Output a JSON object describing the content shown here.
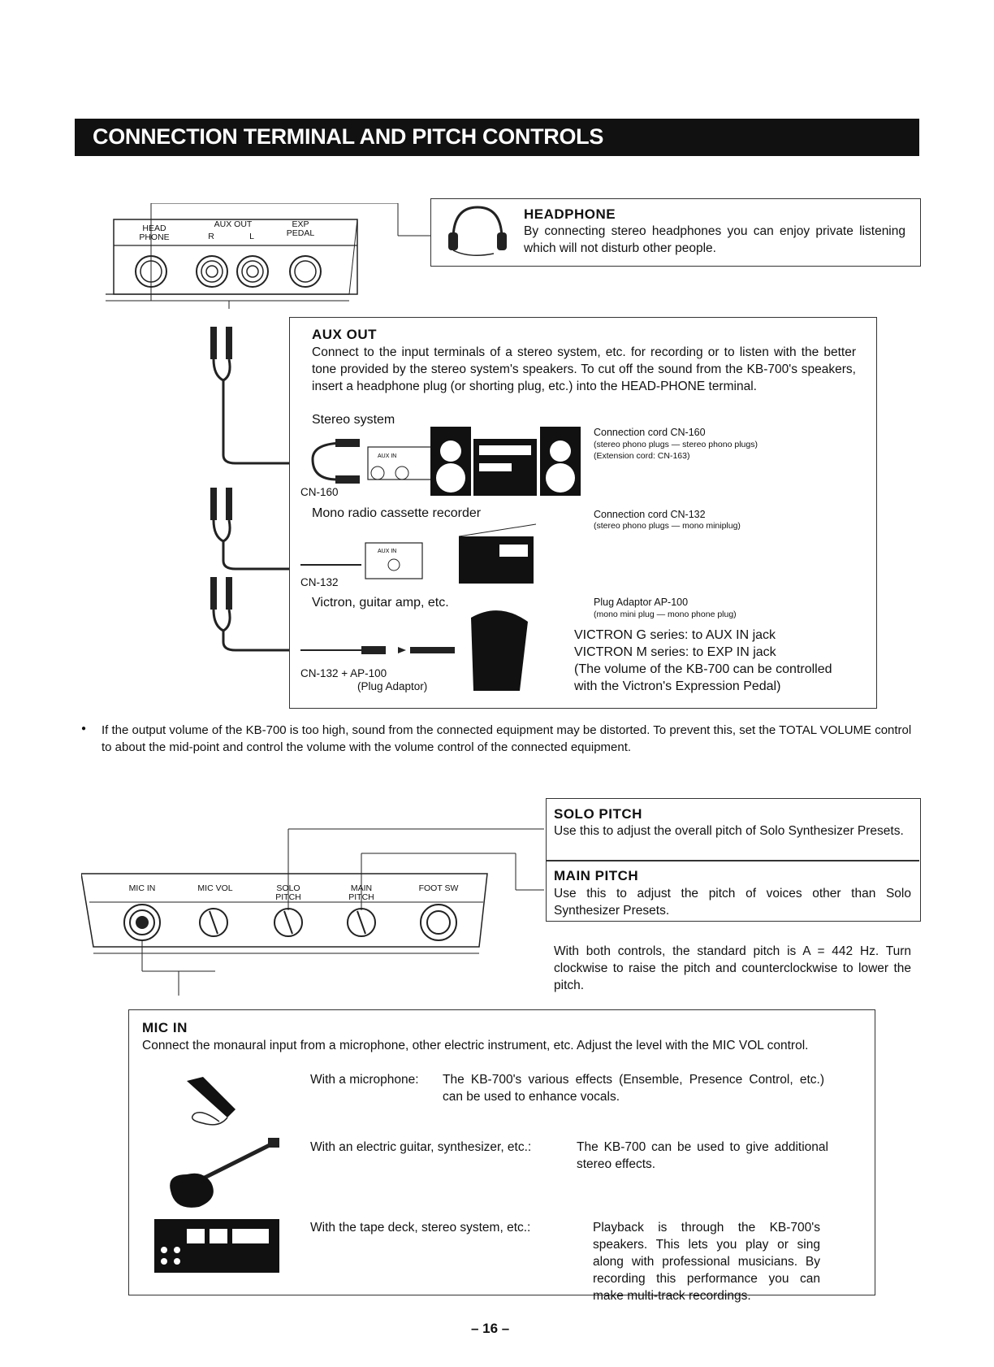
{
  "header": {
    "title": "CONNECTION TERMINAL AND PITCH CONTROLS"
  },
  "panel_top": {
    "labels": [
      "HEAD PHONE",
      "AUX OUT",
      "R",
      "L",
      "EXP PEDAL"
    ]
  },
  "headphone": {
    "title": "HEADPHONE",
    "text": "By connecting stereo headphones you can enjoy private listening which will not disturb other people."
  },
  "aux_out": {
    "title": "AUX OUT",
    "text": "Connect to the input terminals of a stereo system, etc. for recording or to listen with the better tone provided by the stereo system's speakers. To cut off the sound from the KB-700's speakers, insert a headphone plug (or shorting plug, etc.) into the HEAD-PHONE terminal.",
    "stereo_label": "Stereo system",
    "aux_in": "AUX IN",
    "cord1": "CN-160",
    "conn1_line1": "Connection cord CN-160",
    "conn1_line2": "(stereo phono plugs — stereo phono plugs)",
    "conn1_line3": "(Extension cord: CN-163)",
    "mono_label": "Mono radio cassette recorder",
    "cord2": "CN-132",
    "conn2_line1": "Connection cord CN-132",
    "conn2_line2": "(stereo phono plugs — mono miniplug)",
    "victron_label": "Victron, guitar amp, etc.",
    "cord3_line1": "CN-132 + AP-100",
    "cord3_line2": "(Plug Adaptor)",
    "adaptor_line1": "Plug Adaptor AP-100",
    "adaptor_line2": "(mono mini plug — mono phone plug)",
    "victron_g": "VICTRON G series:   to AUX IN jack",
    "victron_m": "VICTRON M series:   to EXP IN jack",
    "victron_note1": "(The volume of the KB-700 can be controlled",
    "victron_note2": "with the Victron's Expression Pedal)"
  },
  "note": "If the output volume of the KB-700 is too high, sound from the connected equipment may be distorted. To prevent this, set the TOTAL VOLUME control to about the mid-point and control the volume with the volume control of the connected equipment.",
  "panel_bottom": {
    "labels": [
      "MIC IN",
      "MIC VOL",
      "SOLO PITCH",
      "MAIN PITCH",
      "FOOT SW"
    ]
  },
  "solo_pitch": {
    "title": "SOLO PITCH",
    "text": "Use this to adjust the overall pitch of Solo Synthesizer Presets."
  },
  "main_pitch": {
    "title": "MAIN PITCH",
    "text": "Use this to adjust the pitch of voices other than Solo Synthesizer Presets."
  },
  "pitch_note": "With both controls, the standard pitch is A = 442 Hz. Turn clockwise to raise the pitch and counterclockwise to lower the pitch.",
  "mic_in": {
    "title": "MIC IN",
    "text": "Connect the monaural input from a microphone, other electric instrument, etc. Adjust the level with the MIC VOL control.",
    "mic_lead": "With a microphone:",
    "mic_text": "The KB-700's various effects (Ensemble, Presence Control, etc.) can be used to enhance vocals.",
    "guitar_lead": "With an electric guitar, synthesizer, etc.:",
    "guitar_text": "The KB-700 can be used to give additional stereo effects.",
    "tape_lead": "With the tape deck, stereo system, etc.:",
    "tape_text": "Playback is through the KB-700's speakers. This lets you play or sing along with professional musicians. By recording this performance you can make multi-track recordings."
  },
  "page_number": "– 16 –"
}
